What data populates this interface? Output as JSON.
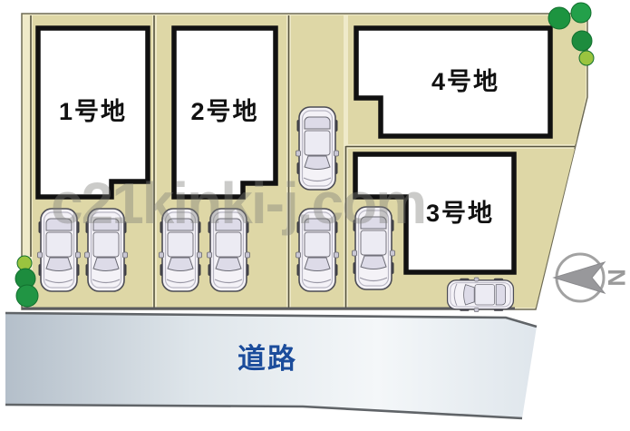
{
  "plan": {
    "lots": [
      {
        "id": 1,
        "label": "1号地"
      },
      {
        "id": 2,
        "label": "2号地"
      },
      {
        "id": 3,
        "label": "3号地"
      },
      {
        "id": 4,
        "label": "4号地"
      }
    ],
    "road": {
      "label": "道路"
    },
    "compass": {
      "north_label": "N",
      "arrow_direction": "left"
    },
    "watermark": {
      "text": "c21kinki-j.com"
    },
    "decorations": {
      "car_count": 8,
      "vertical_cars": 7,
      "horizontal_cars": 1,
      "bush_cluster_count": 2
    },
    "icons": {
      "car": "car-top-view-icon",
      "bush": "bush-icon",
      "compass": "compass-north-icon"
    }
  },
  "colors": {
    "site_fill": "#ded7a6",
    "site_highlight": "#efeac9",
    "site_edge": "#6e6b55",
    "lot_fill": "#ffffff",
    "lot_border": "#111111",
    "road_gradient": [
      "#b4bfca",
      "#f4f7f9",
      "#dfe6ec"
    ],
    "road_edge": "#606468",
    "road_text": "#1b4c9b",
    "watermark_gray": "#7d7d78",
    "compass_gray": "#9a9a9a",
    "bush_dark": "#1d8c3e",
    "bush_light": "#9ac43f"
  }
}
